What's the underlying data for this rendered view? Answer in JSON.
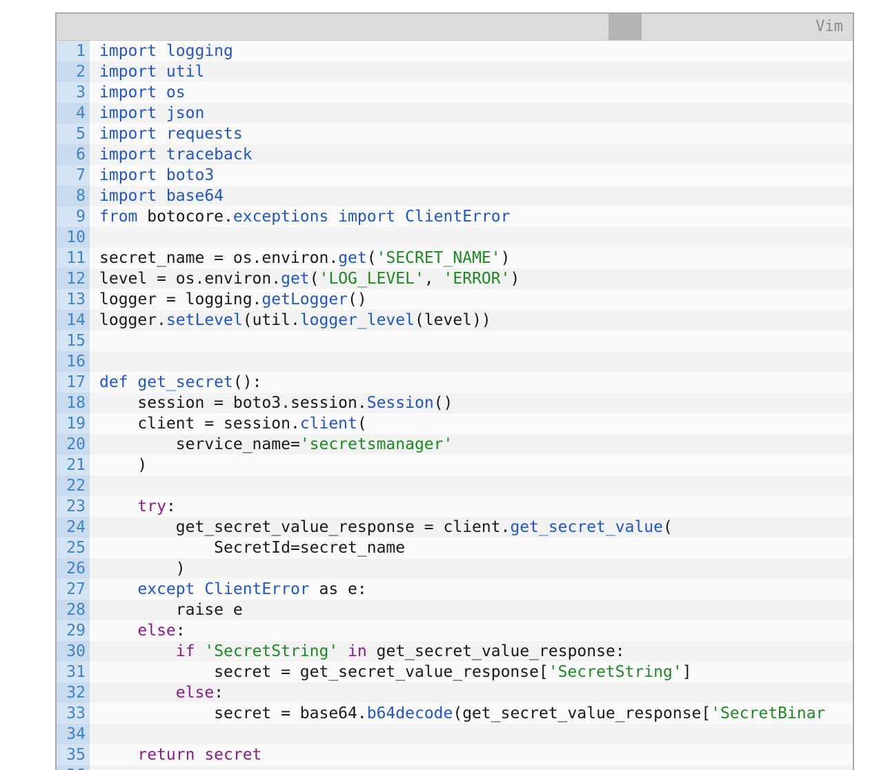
{
  "editor": {
    "mode_label": "Vim",
    "lines": [
      [
        {
          "t": "import logging",
          "c": "k"
        }
      ],
      [
        {
          "t": "import util",
          "c": "k"
        }
      ],
      [
        {
          "t": "import os",
          "c": "k"
        }
      ],
      [
        {
          "t": "import json",
          "c": "k"
        }
      ],
      [
        {
          "t": "import requests",
          "c": "k"
        }
      ],
      [
        {
          "t": "import traceback",
          "c": "k"
        }
      ],
      [
        {
          "t": "import boto3",
          "c": "k"
        }
      ],
      [
        {
          "t": "import base64",
          "c": "k"
        }
      ],
      [
        {
          "t": "from",
          "c": "k"
        },
        {
          "t": " botocore.",
          "c": ""
        },
        {
          "t": "exceptions import ClientError",
          "c": "k"
        }
      ],
      [],
      [
        {
          "t": "secret_name = os.environ.",
          "c": ""
        },
        {
          "t": "get",
          "c": "f"
        },
        {
          "t": "(",
          "c": ""
        },
        {
          "t": "'SECRET_NAME'",
          "c": "s"
        },
        {
          "t": ")",
          "c": ""
        }
      ],
      [
        {
          "t": "level = os.environ.",
          "c": ""
        },
        {
          "t": "get",
          "c": "f"
        },
        {
          "t": "(",
          "c": ""
        },
        {
          "t": "'LOG_LEVEL'",
          "c": "s"
        },
        {
          "t": ", ",
          "c": ""
        },
        {
          "t": "'ERROR'",
          "c": "s"
        },
        {
          "t": ")",
          "c": ""
        }
      ],
      [
        {
          "t": "logger = logging.",
          "c": ""
        },
        {
          "t": "getLogger",
          "c": "f"
        },
        {
          "t": "()",
          "c": ""
        }
      ],
      [
        {
          "t": "logger.",
          "c": ""
        },
        {
          "t": "setLevel",
          "c": "f"
        },
        {
          "t": "(util.",
          "c": ""
        },
        {
          "t": "logger_level",
          "c": "f"
        },
        {
          "t": "(level))",
          "c": ""
        }
      ],
      [],
      [],
      [
        {
          "t": "def get_secret",
          "c": "k"
        },
        {
          "t": "():",
          "c": ""
        }
      ],
      [
        {
          "t": "    session = boto3.session.",
          "c": ""
        },
        {
          "t": "Session",
          "c": "f"
        },
        {
          "t": "()",
          "c": ""
        }
      ],
      [
        {
          "t": "    client = session.",
          "c": ""
        },
        {
          "t": "client",
          "c": "f"
        },
        {
          "t": "(",
          "c": ""
        }
      ],
      [
        {
          "t": "        service_name=",
          "c": ""
        },
        {
          "t": "'secretsmanager'",
          "c": "s"
        }
      ],
      [
        {
          "t": "    )",
          "c": ""
        }
      ],
      [],
      [
        {
          "t": "    ",
          "c": ""
        },
        {
          "t": "try",
          "c": "kc"
        },
        {
          "t": ":",
          "c": ""
        }
      ],
      [
        {
          "t": "        get_secret_value_response = client.",
          "c": ""
        },
        {
          "t": "get_secret_value",
          "c": "f"
        },
        {
          "t": "(",
          "c": ""
        }
      ],
      [
        {
          "t": "            SecretId=secret_name",
          "c": ""
        }
      ],
      [
        {
          "t": "        )",
          "c": ""
        }
      ],
      [
        {
          "t": "    ",
          "c": ""
        },
        {
          "t": "except ClientError",
          "c": "k"
        },
        {
          "t": " as e:",
          "c": ""
        }
      ],
      [
        {
          "t": "        raise e",
          "c": ""
        }
      ],
      [
        {
          "t": "    ",
          "c": ""
        },
        {
          "t": "else",
          "c": "kc"
        },
        {
          "t": ":",
          "c": ""
        }
      ],
      [
        {
          "t": "        ",
          "c": ""
        },
        {
          "t": "if",
          "c": "kc"
        },
        {
          "t": " ",
          "c": ""
        },
        {
          "t": "'SecretString'",
          "c": "s"
        },
        {
          "t": " ",
          "c": ""
        },
        {
          "t": "in",
          "c": "kc"
        },
        {
          "t": " get_secret_value_response:",
          "c": ""
        }
      ],
      [
        {
          "t": "            secret = get_secret_value_response[",
          "c": ""
        },
        {
          "t": "'SecretString'",
          "c": "s"
        },
        {
          "t": "]",
          "c": ""
        }
      ],
      [
        {
          "t": "        ",
          "c": ""
        },
        {
          "t": "else",
          "c": "kc"
        },
        {
          "t": ":",
          "c": ""
        }
      ],
      [
        {
          "t": "            secret = base64.",
          "c": ""
        },
        {
          "t": "b64decode",
          "c": "f"
        },
        {
          "t": "(get_secret_value_response[",
          "c": ""
        },
        {
          "t": "'SecretBinar",
          "c": "s"
        }
      ],
      [],
      [
        {
          "t": "    ",
          "c": ""
        },
        {
          "t": "return secret",
          "c": "kc"
        }
      ],
      []
    ]
  }
}
